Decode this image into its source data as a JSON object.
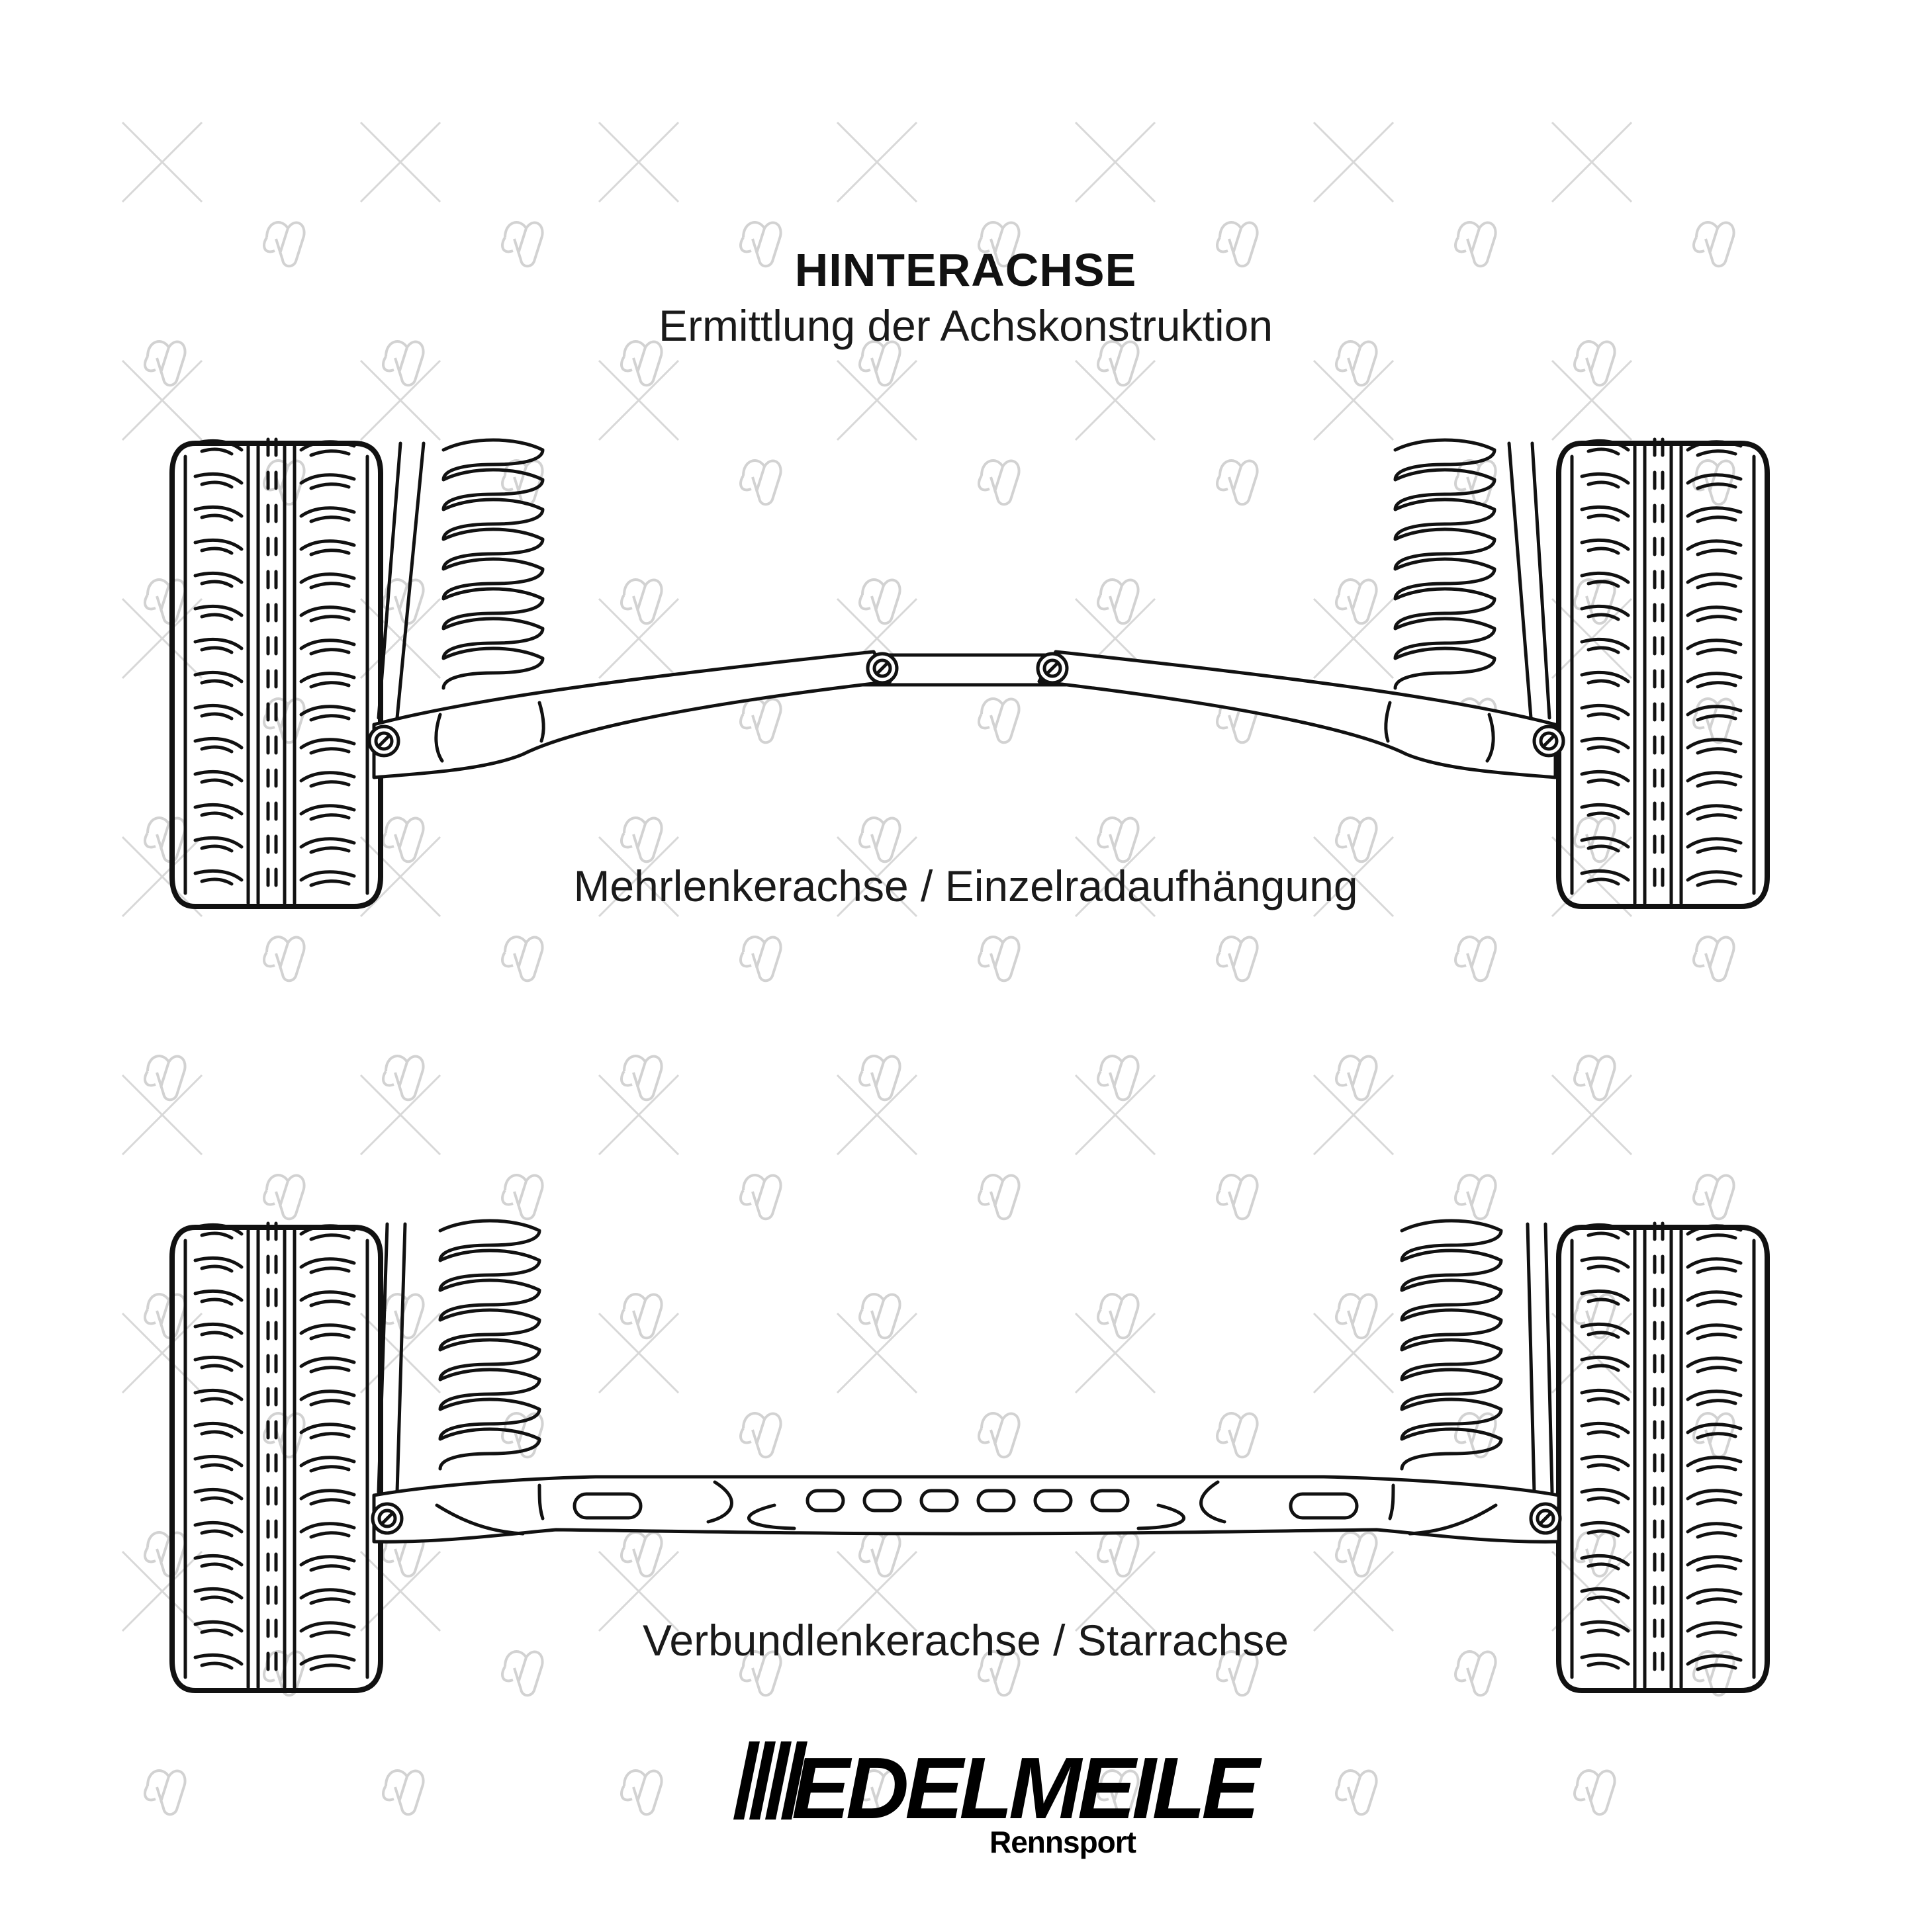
{
  "header": {
    "title": "HINTERACHSE",
    "subtitle": "Ermittlung der Achskonstruktion"
  },
  "diagrams": [
    {
      "id": "multilink",
      "caption": "Mehrlenkerachse / Einzelradaufhängung"
    },
    {
      "id": "twistbeam",
      "caption": "Verbundlenkerachse / Starrachse"
    }
  ],
  "brand": {
    "name": "EDELMEILE",
    "sub": "Rennsport"
  },
  "icons": {
    "watermark": "watermark-logo-icon",
    "wheel": "tire-icon",
    "spring": "coil-spring-icon",
    "bushing": "bushing-icon"
  },
  "colors": {
    "ink": "#111111",
    "watermark": "#d8d8d8",
    "background": "#ffffff"
  }
}
